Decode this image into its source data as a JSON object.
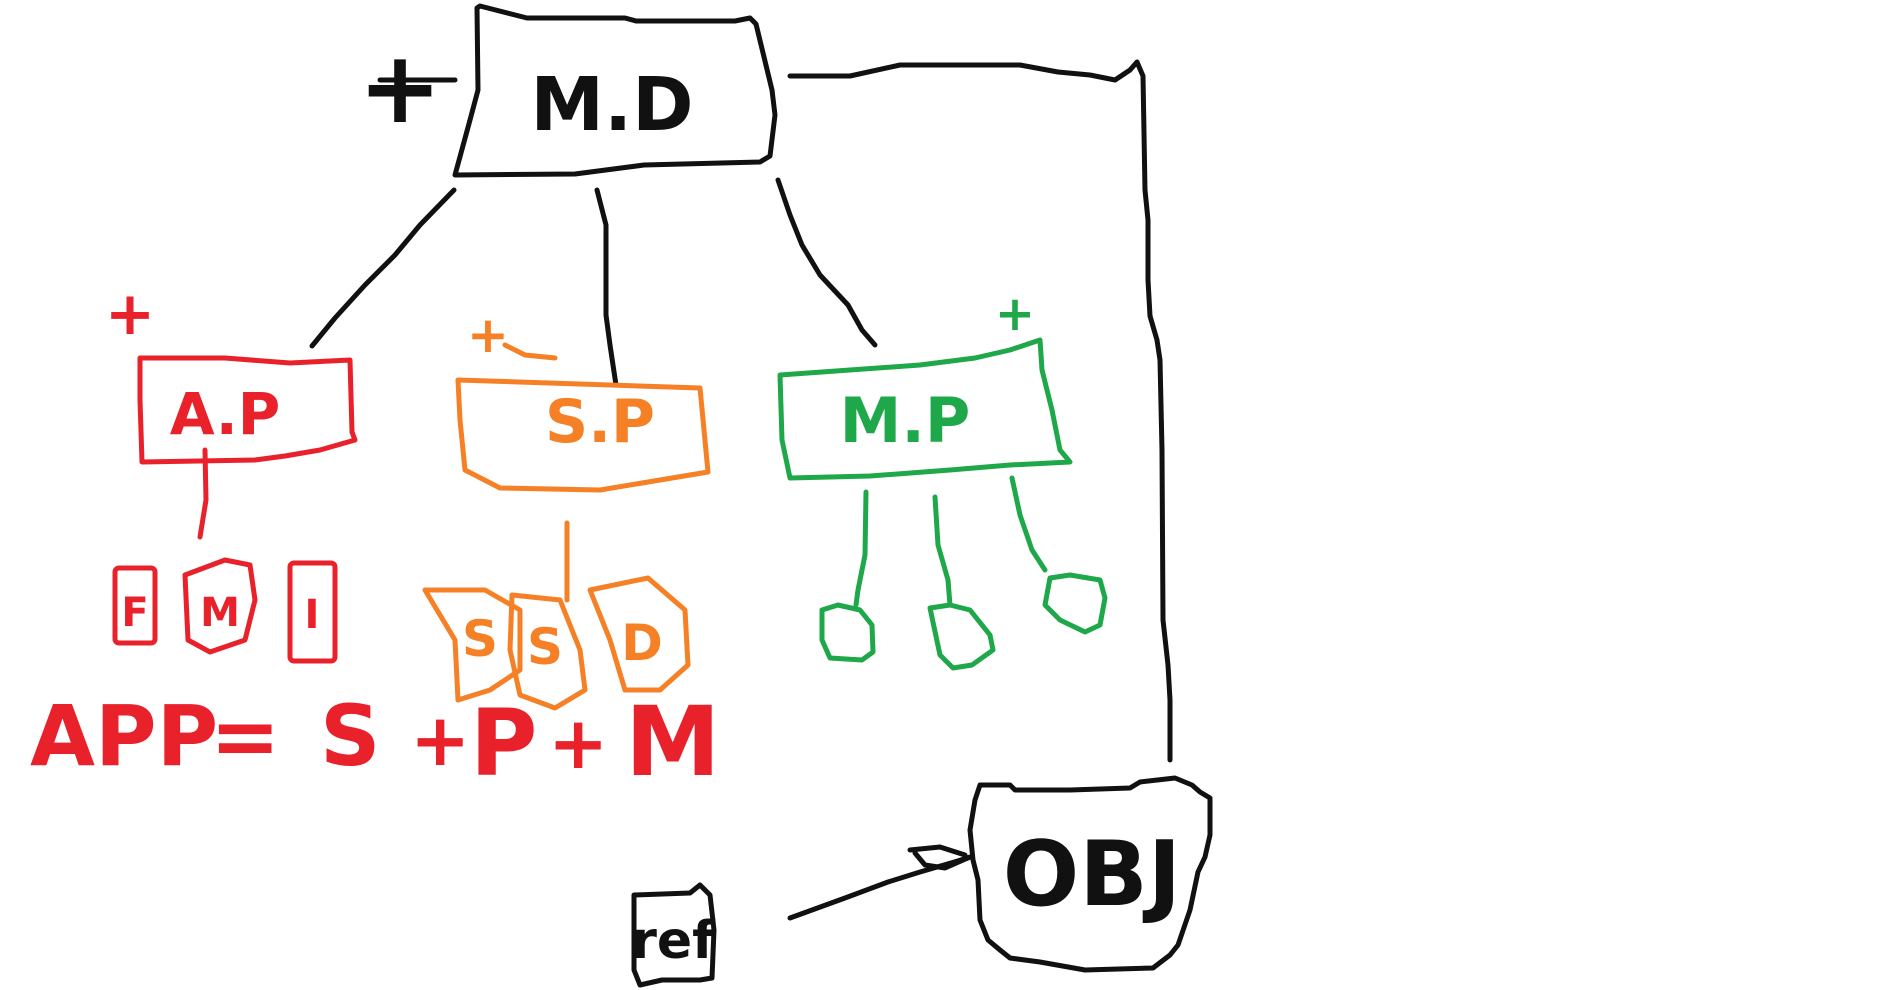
{
  "colors": {
    "black": "#111111",
    "red": "#e8212b",
    "orange": "#f58025",
    "green": "#1fa84a"
  },
  "nodes": {
    "root": {
      "label": "M.D",
      "marker": "+"
    },
    "left": {
      "label": "A.P",
      "marker": "+"
    },
    "middle": {
      "label": "S.P",
      "marker": "+"
    },
    "right": {
      "label": "M.P",
      "marker": "+"
    },
    "object": {
      "label": "OBJ"
    },
    "ref": {
      "label": "ref"
    }
  },
  "children": {
    "left": [
      "F",
      "M",
      "I"
    ],
    "middle": [
      "S",
      "S",
      "D"
    ]
  },
  "formula": {
    "lhs": "APP",
    "eq": "=",
    "terms": [
      "S",
      "P",
      "M"
    ],
    "op": "+"
  }
}
